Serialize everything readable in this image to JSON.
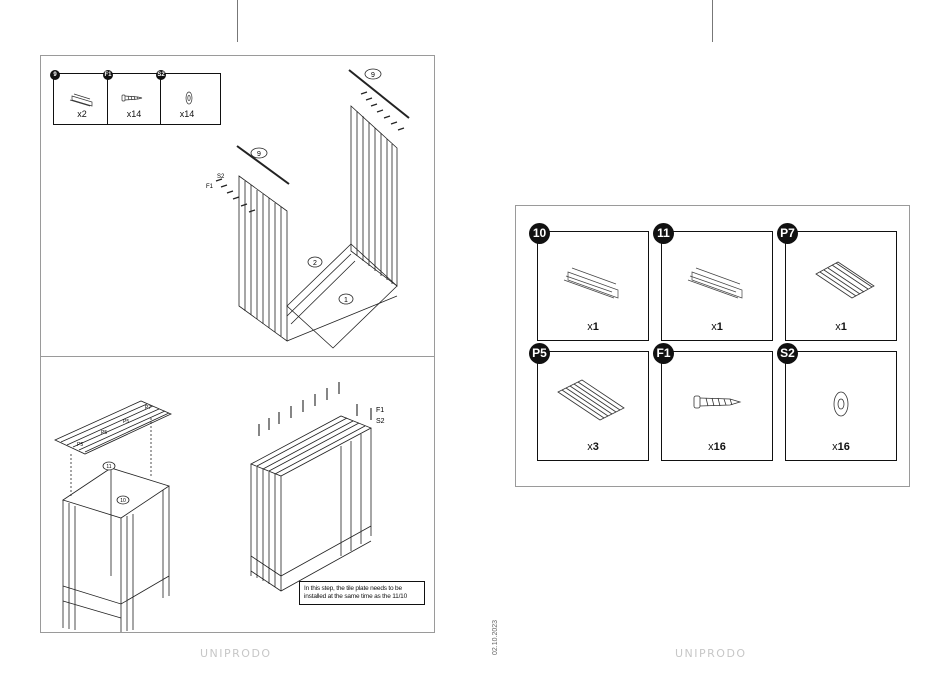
{
  "left_page": {
    "legend": [
      {
        "badge": "9",
        "x": "x",
        "count": "2",
        "icon": "rail-profile-icon"
      },
      {
        "badge": "F1",
        "x": "x",
        "count": "14",
        "icon": "screw-icon"
      },
      {
        "badge": "S2",
        "x": "x",
        "count": "14",
        "icon": "washer-icon"
      }
    ],
    "labels": {
      "top_right_part": "9",
      "left_part": "9",
      "s2": "S2",
      "f1": "F1",
      "part2": "2",
      "part1": "1",
      "roof_p7": "P7",
      "roof_p5a": "P5",
      "roof_p5b": "P5",
      "roof_p5c": "P5",
      "part11": "11",
      "part10": "10",
      "right_f1": "F1",
      "right_s2": "S2"
    },
    "note": "In this step, the tile plate needs to be installed at the same time as the 11/10"
  },
  "right_page": {
    "parts": [
      {
        "badge": "10",
        "x": "x",
        "count": "1",
        "icon": "rail-profile-icon"
      },
      {
        "badge": "11",
        "x": "x",
        "count": "1",
        "icon": "rail-profile-icon"
      },
      {
        "badge": "P7",
        "x": "x",
        "count": "1",
        "icon": "corrugated-panel-icon"
      },
      {
        "badge": "P5",
        "x": "x",
        "count": "3",
        "icon": "corrugated-panel-icon"
      },
      {
        "badge": "F1",
        "x": "x",
        "count": "16",
        "icon": "screw-icon"
      },
      {
        "badge": "S2",
        "x": "x",
        "count": "16",
        "icon": "washer-icon"
      }
    ]
  },
  "footer": {
    "brand_left": "UNIPRODO",
    "brand_right": "UNIPRODO",
    "date": "02.10.2023"
  }
}
